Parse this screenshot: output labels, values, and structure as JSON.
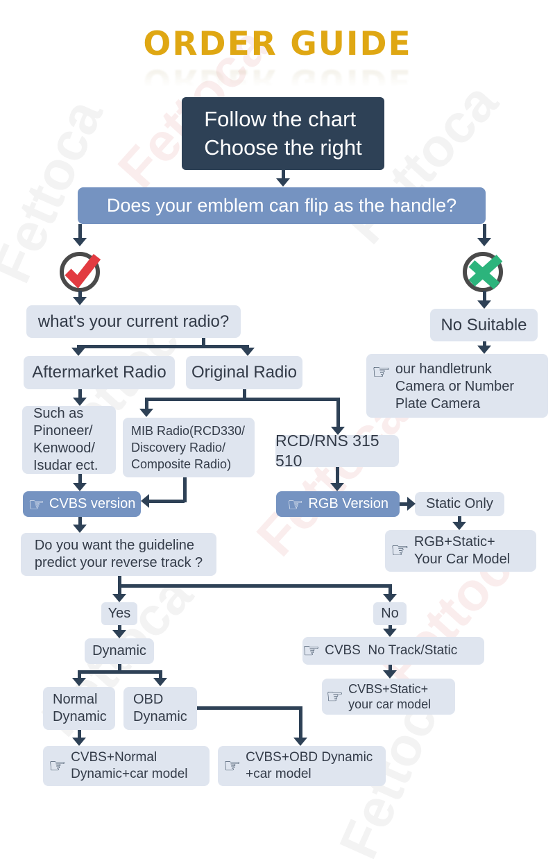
{
  "title": {
    "text": "ORDER GUIDE"
  },
  "watermark": {
    "text": "Fettoca"
  },
  "icons": {
    "pointing_hand": "☞",
    "check_mark": "red-check-in-circle",
    "cross_mark": "green-cross-in-circle"
  },
  "colors": {
    "accent_gold": "#dfa713",
    "dark_navy": "#2e4156",
    "steel_blue": "#7593c1",
    "light_box": "#dfe5ef",
    "check_red": "#e23b41",
    "cross_green": "#2cb47c"
  },
  "nodes": {
    "start": "Follow the chart\nChoose the right",
    "question": "Does your emblem can flip as the handle?",
    "current_radio": "what's your current radio?",
    "no_suitable": "No Suitable",
    "handle_trunk": "our handletrunk\nCamera or Number\nPlate Camera",
    "aftermarket": "Aftermarket Radio",
    "original": "Original Radio",
    "such_as": "Such as\nPinoneer/\nKenwood/\nIsudar ect.",
    "mib": "MIB Radio(RCD330/\nDiscovery Radio/\nComposite Radio)",
    "rcd": "RCD/RNS 315 510",
    "cvbs_version": "CVBS version",
    "rgb_version": "RGB Version",
    "static_only": "Static Only",
    "guideline": "Do you want the guideline\npredict your reverse track ?",
    "rgb_static": "RGB+Static+\nYour Car Model",
    "yes": "Yes",
    "no": "No",
    "dynamic": "Dynamic",
    "cvbs_no_track": "CVBS  No Track/Static",
    "normal_dynamic": "Normal\nDynamic",
    "obd_dynamic": "OBD\nDynamic",
    "cvbs_static": "CVBS+Static+\nyour car model",
    "cvbs_normal": "CVBS+Normal\nDynamic+car model",
    "cvbs_obd": "CVBS+OBD Dynamic\n+car model"
  }
}
